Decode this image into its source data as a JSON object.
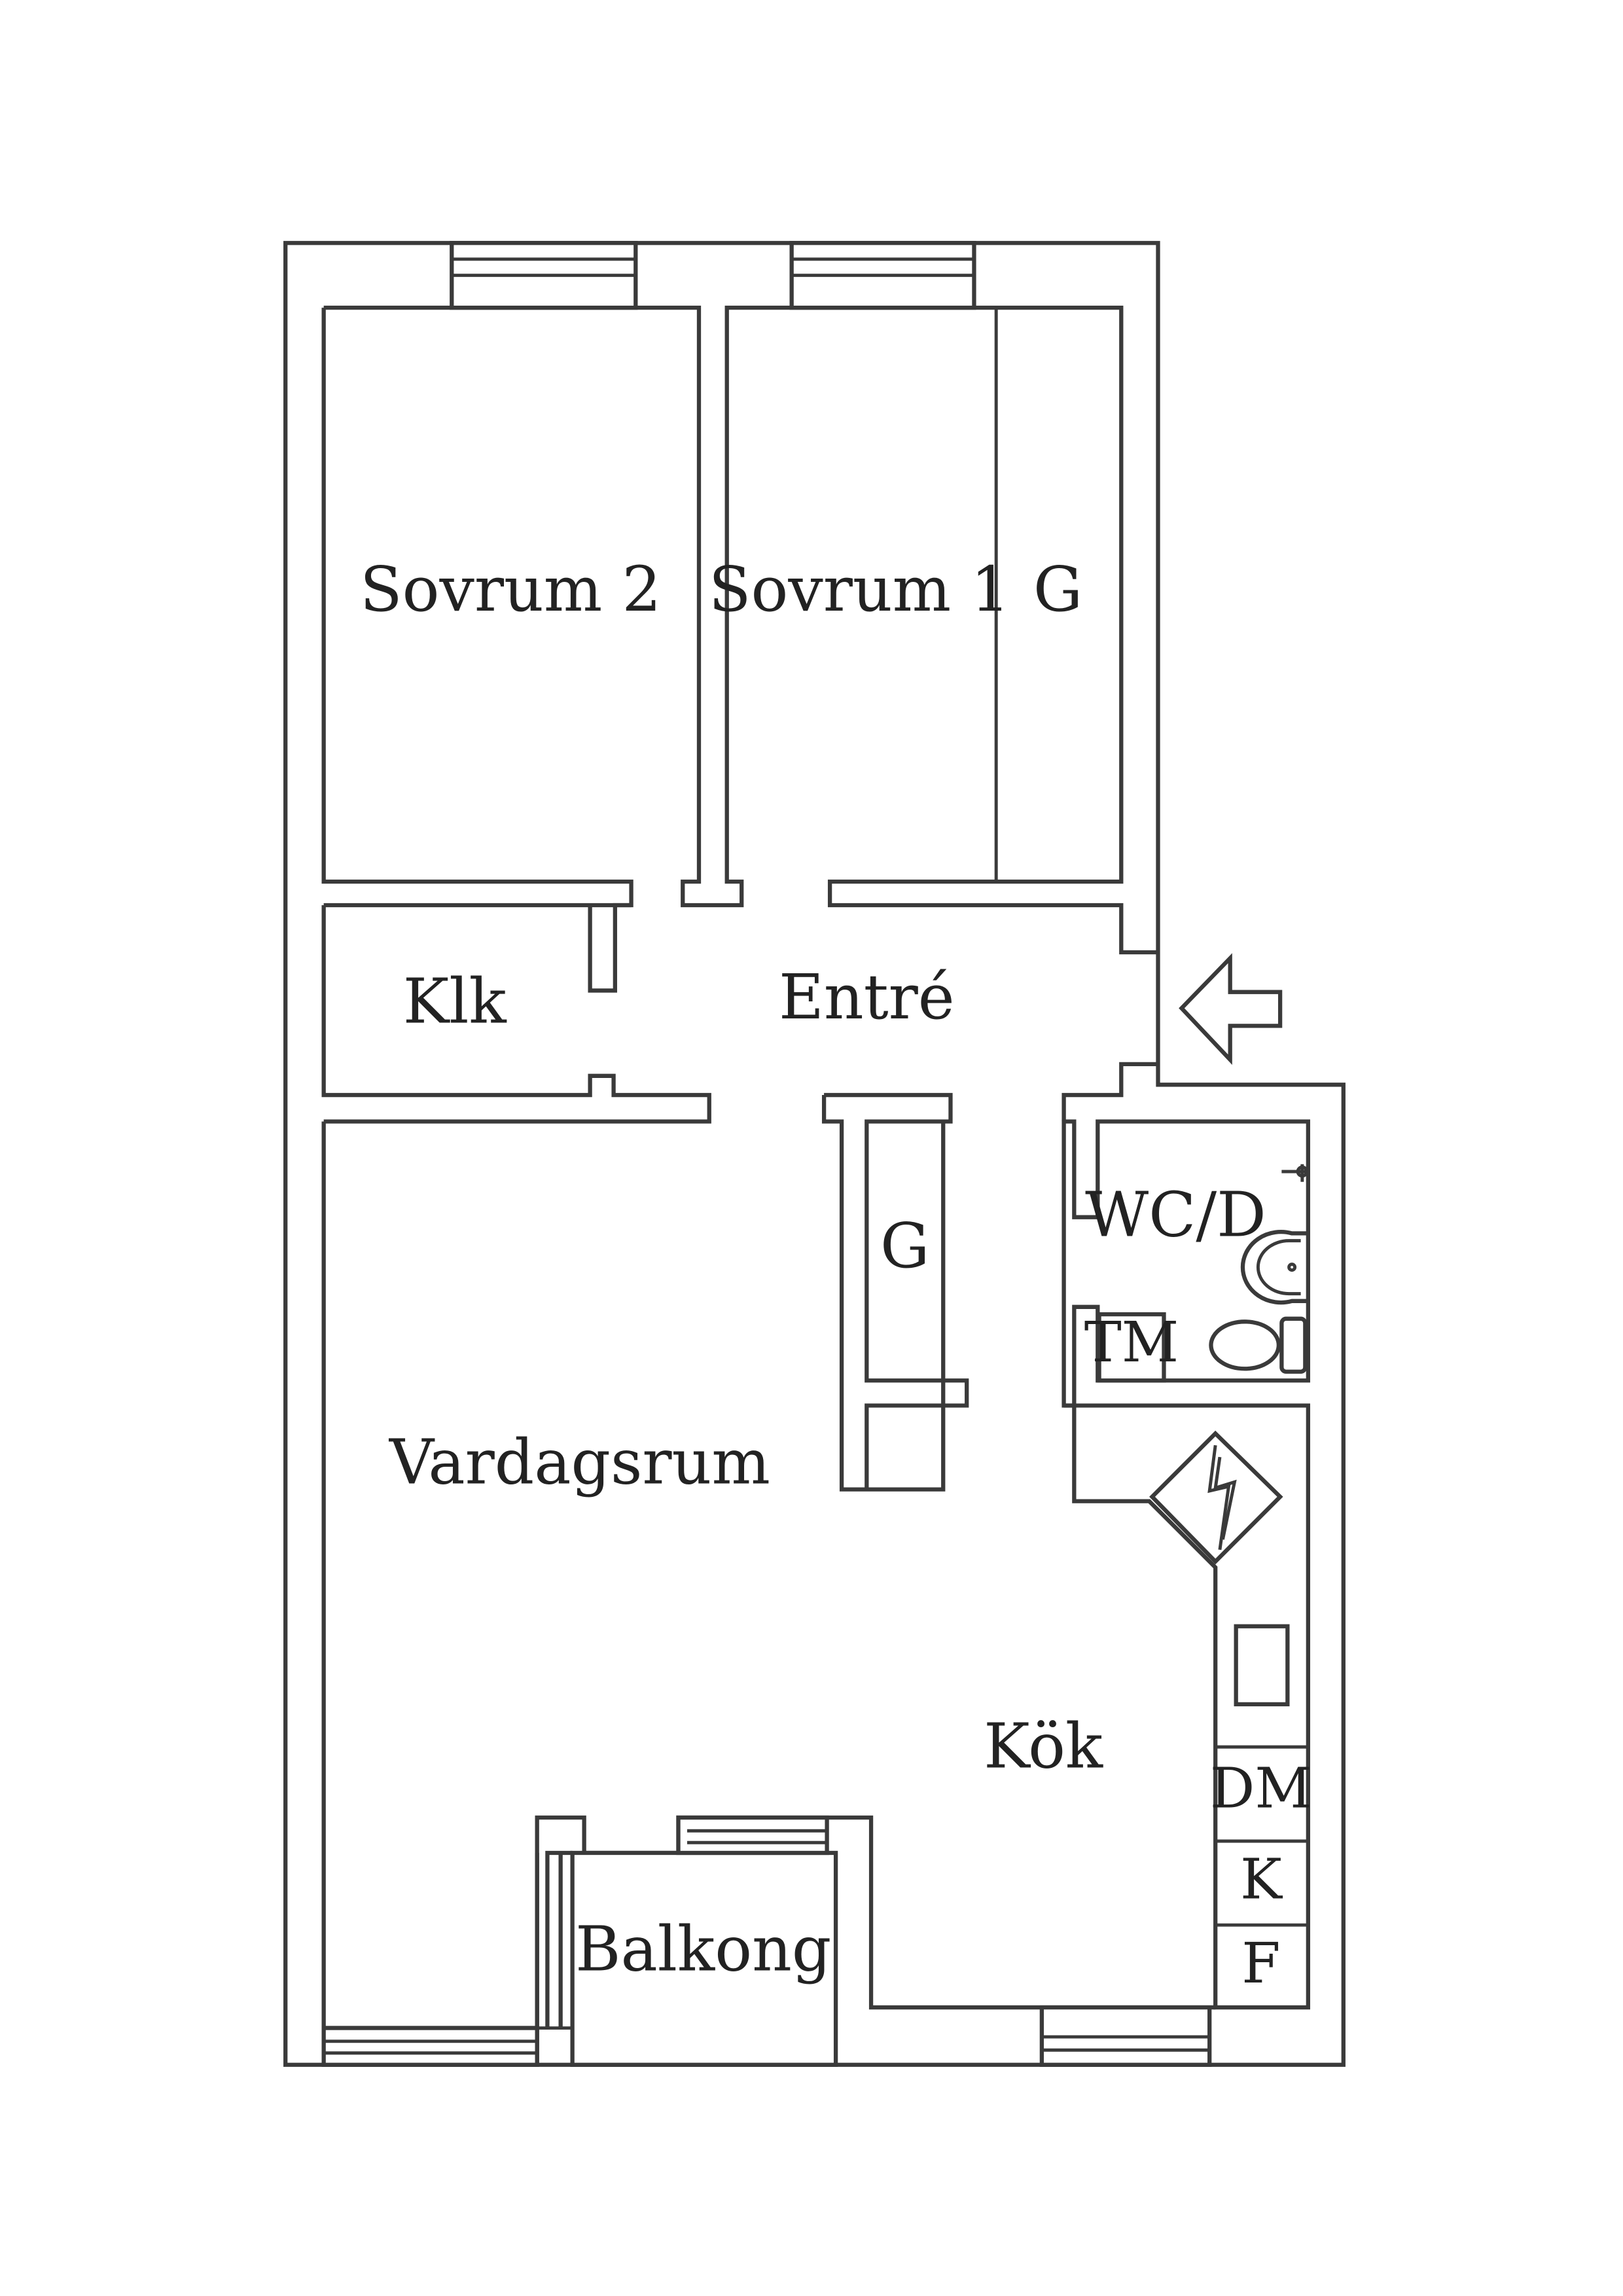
{
  "rooms": {
    "sovrum2": "Sovrum 2",
    "sovrum1": "Sovrum 1",
    "garderob_sovrum1": "G",
    "klk": "Klk",
    "entre": "Entré",
    "wc": "WC/D",
    "tm": "TM",
    "garderob_hall": "G",
    "vardagsrum": "Vardagsrum",
    "kok": "Kök",
    "dm": "DM",
    "k": "K",
    "f": "F",
    "balkong": "Balkong"
  },
  "colors": {
    "line": "#3a3a3a",
    "background": "#ffffff"
  },
  "icons": {
    "entrance": "entrance-arrow-icon",
    "chimney": "chimney-icon"
  }
}
